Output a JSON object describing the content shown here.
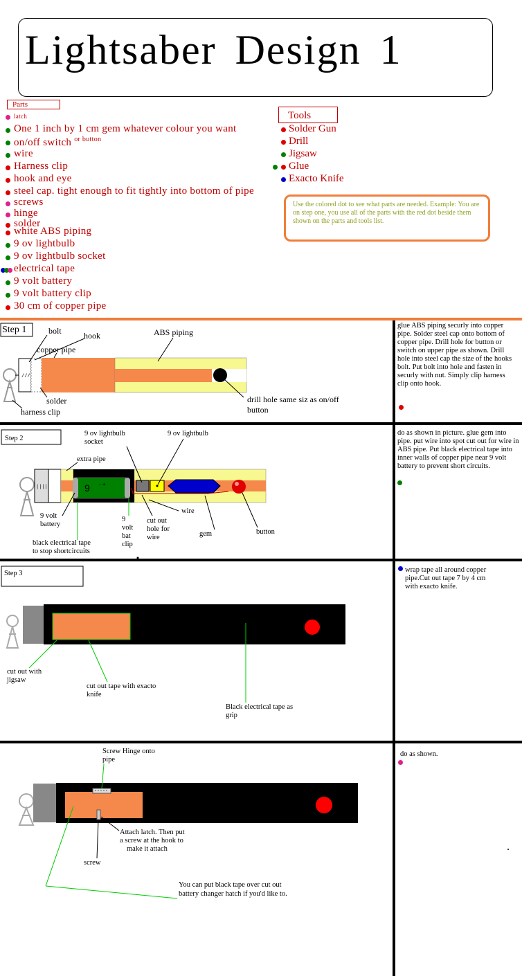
{
  "title": "Lightsaber  Design  1",
  "parts": {
    "header": "Parts",
    "items": [
      {
        "label": "latch",
        "dots": [
          "#e0208c"
        ]
      },
      {
        "label": "One  1  inch  by  1  cm  gem  whatever  colour  you  want",
        "dots": [
          "#008000"
        ]
      },
      {
        "label": "on/off  switch",
        "suffix": "or  button",
        "dots": [
          "#008000"
        ]
      },
      {
        "label": "wire",
        "dots": [
          "#008000"
        ]
      },
      {
        "label": "Harness  clip",
        "dots": [
          "#e00000"
        ]
      },
      {
        "label": "hook  and  eye",
        "dots": [
          "#e00000"
        ]
      },
      {
        "label": "steel  cap.  tight  enough  to  fit  tightly  into  bottom  of  pipe",
        "dots": [
          "#e00000"
        ]
      },
      {
        "label": "screws",
        "dots": [
          "#e0208c"
        ]
      },
      {
        "label": "hinge",
        "dots": [
          "#e0208c"
        ]
      },
      {
        "label": "solder",
        "dots": [
          "#e00000"
        ]
      },
      {
        "label": "white  ABS  piping",
        "dots": [
          "#e00000"
        ]
      },
      {
        "label": "9  ov  lightbulb",
        "dots": [
          "#008000"
        ]
      },
      {
        "label": "9  ov  lightbulb  socket",
        "dots": [
          "#008000"
        ]
      },
      {
        "label": "electrical  tape",
        "dots": [
          "#0000cc",
          "#008000",
          "#e0208c"
        ]
      },
      {
        "label": "9  volt  battery",
        "dots": [
          "#008000"
        ]
      },
      {
        "label": "9  volt  battery  clip",
        "dots": [
          "#008000"
        ]
      },
      {
        "label": "30  cm  of  copper  pipe",
        "dots": [
          "#e00000"
        ]
      }
    ]
  },
  "tools": {
    "header": "Tools",
    "items": [
      {
        "label": "Solder Gun",
        "dots": [
          "#e00000"
        ]
      },
      {
        "label": "Drill",
        "dots": [
          "#e00000"
        ]
      },
      {
        "label": "Jigsaw",
        "dots": [
          "#008000"
        ]
      },
      {
        "label": "Glue",
        "dots": [
          "#008000",
          "#e00000"
        ]
      },
      {
        "label": "Exacto Knife",
        "dots": [
          "#0000cc"
        ]
      }
    ]
  },
  "note": "Use the colored dot to see what parts are needed. Example: You are on step one, you use all of the parts with the red dot beside them shown on the parts and tools list.",
  "steps": [
    {
      "title": "Step 1",
      "text": "glue ABS piping securly into copper pipe. Solder steel cap onto bottom of copper pipe. Drill hole for button or switch  on upper pipe as shown. Drill hole into steel cap the size of the hooks bolt. Put bolt into hole and fasten in securly with nut. Simply clip harness clip onto hook.",
      "dot": "#e00000",
      "labels": {
        "bolt": "bolt",
        "hook": "hook",
        "copper_pipe": "copper pipe",
        "abs_piping": "ABS  piping",
        "solder": "solder",
        "harness_clip": "harness  clip",
        "drill_hole_1": "drill  hole  same  siz  as  on/off",
        "drill_hole_2": "button"
      }
    },
    {
      "title": "Step  2",
      "text": "do as shown in picture. glue gem into pipe. put wire into spot cut out for wire in ABS pipe. Put black electrical tape into inner walls of copper pipe near 9 volt battery to prevent short circuits.",
      "dot": "#008000",
      "labels": {
        "socket_1": "9  ov  lightbulb",
        "socket_2": "socket",
        "bulb": "9  ov  lightbulb",
        "extra_pipe": "extra  pipe",
        "battery_1": "9  volt",
        "battery_2": "battery",
        "clip_1": "9",
        "clip_2": "volt",
        "clip_3": "bat",
        "clip_4": "clip",
        "cutout_1": "cut  out",
        "cutout_2": "hole  for",
        "cutout_3": "wire",
        "wire": "wire",
        "gem": "gem",
        "button": "button",
        "tape_1": "black  electrical  tape",
        "tape_2": "to  stop  shortcircuits"
      }
    },
    {
      "title": "Step  3",
      "text": "wrap tape all around copper pipe.Cut out tape 7 by 4 cm with exacto knife.",
      "dot": "#0000cc",
      "labels": {
        "jigsaw_1": "cut  out  with",
        "jigsaw_2": "jigsaw",
        "knife_1": "cut  out  tape  with  exacto",
        "knife_2": "knife",
        "grip_1": "Black  electrical  tape  as",
        "grip_2": "grip"
      }
    },
    {
      "title": "",
      "text": "do  as  shown.",
      "dot": "#e0208c",
      "labels": {
        "hinge_1": "Screw  Hinge  onto",
        "hinge_2": "pipe",
        "latch_1": "Attach  latch.  Then  put",
        "latch_2": "a  screw  at  the  hook  to",
        "latch_3": "make  it  attach",
        "screw": "screw",
        "cover_1": "You  can  put  black  tape  over  cut  out",
        "cover_2": "battery  changer  hatch  if  you'd  like  to."
      }
    }
  ],
  "colors": {
    "copper": "#f5884b",
    "abs": "#f8f890",
    "orange_line": "#f07e3a",
    "green_line": "#00cc00"
  }
}
